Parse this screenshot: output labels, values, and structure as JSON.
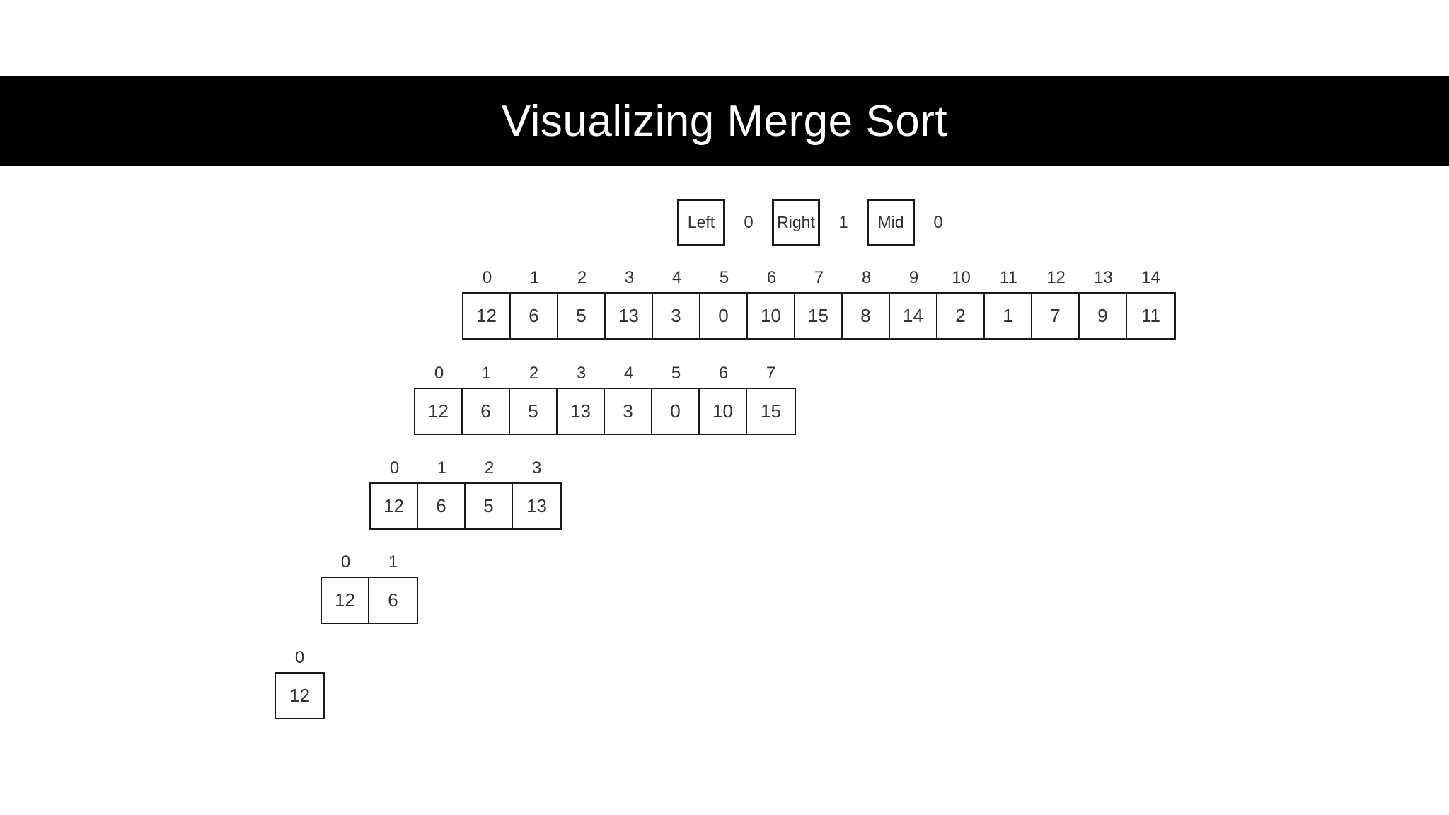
{
  "title": "Visualizing Merge Sort",
  "pointers": [
    {
      "label": "Left",
      "value": "0"
    },
    {
      "label": "Right",
      "value": "1"
    },
    {
      "label": "Mid",
      "value": "0"
    }
  ],
  "arrays": [
    {
      "name": "array-level-0-full",
      "indices": [
        "0",
        "1",
        "2",
        "3",
        "4",
        "5",
        "6",
        "7",
        "8",
        "9",
        "10",
        "11",
        "12",
        "13",
        "14"
      ],
      "values": [
        "12",
        "6",
        "5",
        "13",
        "3",
        "0",
        "10",
        "15",
        "8",
        "14",
        "2",
        "1",
        "7",
        "9",
        "11"
      ]
    },
    {
      "name": "array-level-1-left-half",
      "indices": [
        "0",
        "1",
        "2",
        "3",
        "4",
        "5",
        "6",
        "7"
      ],
      "values": [
        "12",
        "6",
        "5",
        "13",
        "3",
        "0",
        "10",
        "15"
      ]
    },
    {
      "name": "array-level-2-left-quarter",
      "indices": [
        "0",
        "1",
        "2",
        "3"
      ],
      "values": [
        "12",
        "6",
        "5",
        "13"
      ]
    },
    {
      "name": "array-level-3-pair",
      "indices": [
        "0",
        "1"
      ],
      "values": [
        "12",
        "6"
      ]
    },
    {
      "name": "array-level-4-single",
      "indices": [
        "0"
      ],
      "values": [
        "12"
      ]
    }
  ],
  "colors": {
    "page_bg": "#ffffff",
    "banner_bg": "#000000",
    "title_text": "#ffffff",
    "box_border": "#1a1a1a",
    "text": "#333333"
  }
}
